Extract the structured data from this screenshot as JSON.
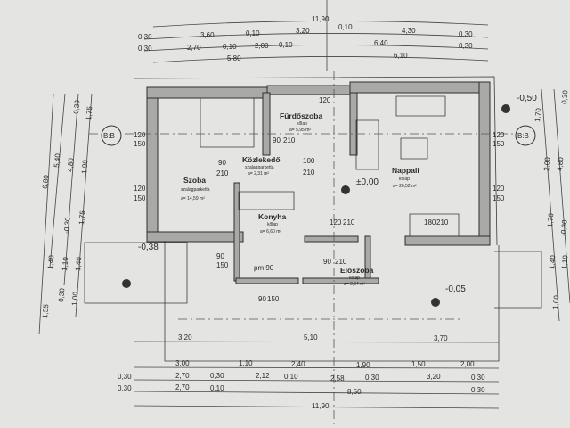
{
  "dimensions": {
    "top": {
      "overall": "11,90",
      "row1": [
        "0,30",
        "3,60",
        "0,10",
        "3,20",
        "0,10",
        "4,30",
        "0,30"
      ],
      "row2": [
        "0,30",
        "2,70",
        "0,10",
        "2,00",
        "0,10",
        "6,40",
        "0,30"
      ],
      "row3": [
        "5,80",
        "6,10"
      ]
    },
    "bottom": {
      "row0": [
        "3,20",
        "5,10",
        "3,70"
      ],
      "row1": [
        "3,00",
        "1,10",
        "2,40",
        "1,90",
        "1,50",
        "2,00"
      ],
      "row2": [
        "0,30",
        "2,70",
        "0,30",
        "2,12",
        "0,10",
        "2,58",
        "0,30",
        "3,20",
        "0,30"
      ],
      "row3": [
        "0,30",
        "2,70",
        "0,10",
        "8,50",
        "0,30"
      ],
      "overall": "11,90"
    },
    "left": [
      "6,80",
      "5,40",
      "4,80",
      "0,30",
      "1,75",
      "1,90",
      "1,75",
      "-0,30",
      "1,40",
      "1,10",
      "1,40",
      "0,30",
      "1,00",
      "1,55"
    ],
    "right": [
      "1,70",
      "2,00",
      "4,80",
      "1,70",
      "-0,30",
      "1,40",
      "1,10",
      "1,00",
      "0,30"
    ]
  },
  "rooms": [
    {
      "name": "Szoba",
      "floor": "szalagparketta",
      "area": "a= 14,59 m²"
    },
    {
      "name": "Közlekedő",
      "floor": "szalagparketta",
      "area": "a= 2,31 m²"
    },
    {
      "name": "Fürdőszoba",
      "floor": "kőlap",
      "area": "a= 5,95 m²"
    },
    {
      "name": "Konyha",
      "floor": "kőlap",
      "area": "a= 6,60 m²"
    },
    {
      "name": "Nappali",
      "floor": "kőlap",
      "area": "a= 26,52 m²"
    },
    {
      "name": "Előszoba",
      "floor": "kőlap",
      "area": "a= 2,94 m²"
    }
  ],
  "levels": [
    "±0,00",
    "-0,38",
    "-0,05",
    "-0,50"
  ],
  "section_marks": [
    "B:B",
    "B:B"
  ],
  "openings": {
    "w_left1": [
      "120",
      "150"
    ],
    "w_left2": [
      "120",
      "150"
    ],
    "w_right1": [
      "120",
      "150"
    ],
    "w_right2": [
      "120",
      "150"
    ],
    "d_szoba": [
      "90",
      "210"
    ],
    "d_kozl": [
      "100",
      "210"
    ],
    "d_furdo": [
      "90",
      "210"
    ],
    "w_furdo": [
      "120"
    ],
    "w_konyha": [
      "90",
      "150"
    ],
    "w_konyha2": [
      "90",
      "150"
    ],
    "d_entry": [
      "120",
      "210"
    ],
    "d_nappali": [
      "180",
      "210"
    ],
    "d_eloszoba": [
      "90",
      "210"
    ],
    "pm": "pm 90"
  }
}
